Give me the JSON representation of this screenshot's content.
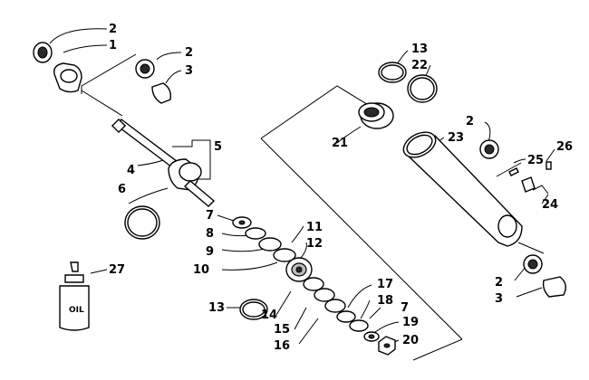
{
  "diagram": {
    "callouts": {
      "c1": "2",
      "c2": "1",
      "c3": "2",
      "c4": "3",
      "c5": "5",
      "c6": "4",
      "c7": "6",
      "c8": "7",
      "c9": "8",
      "c10": "9",
      "c11": "10",
      "c12": "11",
      "c13": "12",
      "c14": "13",
      "c15": "14",
      "c16": "15",
      "c17": "16",
      "c18": "17",
      "c19": "18",
      "c20": "7",
      "c21": "19",
      "c22": "20",
      "c23": "13",
      "c24": "22",
      "c25": "21",
      "c26": "23",
      "c27": "2",
      "c28": "25",
      "c29": "26",
      "c30": "24",
      "c31": "2",
      "c32": "3",
      "c33": "27"
    },
    "bottle_label": "OIL"
  }
}
